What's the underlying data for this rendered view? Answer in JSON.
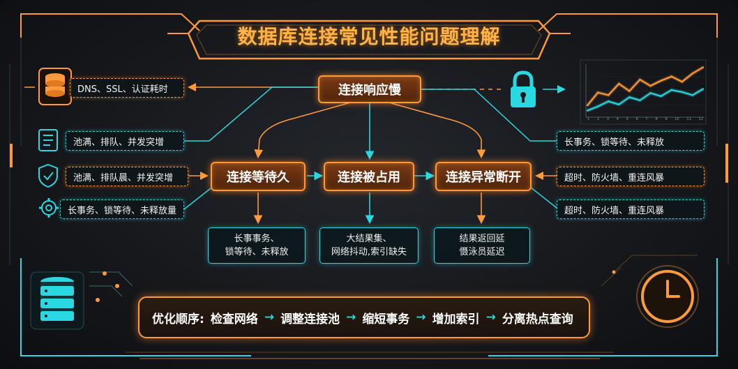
{
  "title": "数据库连接常见性能问题理解",
  "nodes": {
    "top": "连接响应慢",
    "left": "连接等待久",
    "center": "连接被占用",
    "right": "连接异常断开"
  },
  "left_pills": [
    "DNS、SSL、认证耗时",
    "池满、排队、并发突增",
    "池满、排队晨、并发突增",
    "长事务、锁等待、未释放量"
  ],
  "right_pills": [
    "长事务、锁等待、未释放",
    "超时、防火墙、重连风暴",
    "超时、防火墙、重连风暴"
  ],
  "cause_boxes": [
    [
      "长事事务、",
      "锁等待、未释放"
    ],
    [
      "大结果集、",
      "网络抖动,索引缺失"
    ],
    [
      "结果返回延",
      "慑泳员延迟"
    ]
  ],
  "optimization": {
    "label": "优化顺序:",
    "steps": [
      "检查网络",
      "调整连接池",
      "缩短事务",
      "增加索引",
      "分离热点查询"
    ],
    "arrow": "→"
  },
  "chart_data": {
    "type": "line",
    "title": "",
    "xlabel": "",
    "ylabel": "",
    "x": [
      1,
      2,
      3,
      4,
      5,
      6,
      7,
      8,
      9,
      10,
      11,
      12
    ],
    "series": [
      {
        "values": [
          20,
          45,
          40,
          62,
          48,
          70,
          58,
          68,
          76,
          66,
          82,
          94
        ]
      },
      {
        "values": [
          10,
          18,
          28,
          22,
          36,
          30,
          44,
          38,
          50,
          46,
          40,
          52
        ]
      }
    ],
    "tick_labels": [
      "1",
      "2",
      "3",
      "4",
      "5",
      "6",
      "7",
      "8",
      "9",
      "10",
      "11",
      "12"
    ],
    "grid": true,
    "colors": [
      "#ff9a3c",
      "#29d8e0"
    ]
  },
  "colors": {
    "accent_orange": "#ff9a3c",
    "accent_cyan": "#29d8e0",
    "title_orange": "#ffb347"
  },
  "icons": [
    "database-icon",
    "lock-icon",
    "list-icon",
    "shield-check-icon",
    "gear-icon",
    "server-stack-icon",
    "clock-icon"
  ]
}
